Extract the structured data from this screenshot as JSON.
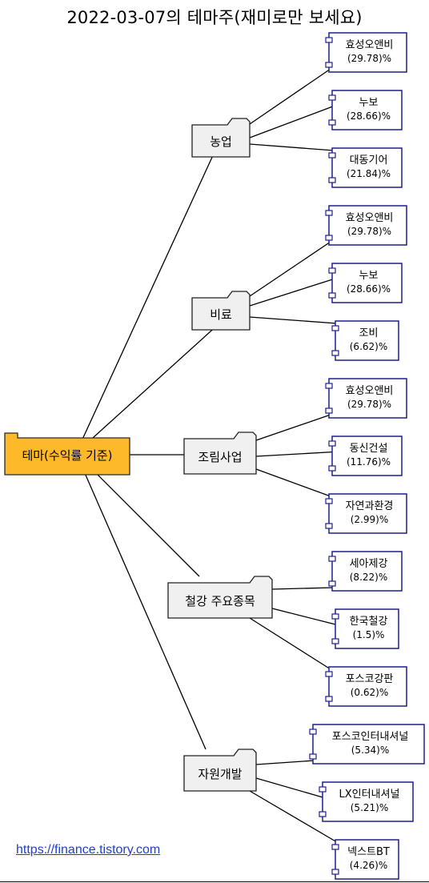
{
  "title": "2022-03-07의 테마주(재미로만 보세요)",
  "footer_link": "https://finance.tistory.com",
  "root": {
    "label": "테마(수익률 기준)"
  },
  "themes": [
    {
      "label": "농업",
      "stocks": [
        {
          "name": "효성오앤비",
          "pct": "(29.78)%"
        },
        {
          "name": "누보",
          "pct": "(28.66)%"
        },
        {
          "name": "대동기어",
          "pct": "(21.84)%"
        }
      ]
    },
    {
      "label": "비료",
      "stocks": [
        {
          "name": "효성오앤비",
          "pct": "(29.78)%"
        },
        {
          "name": "누보",
          "pct": "(28.66)%"
        },
        {
          "name": "조비",
          "pct": "(6.62)%"
        }
      ]
    },
    {
      "label": "조림사업",
      "stocks": [
        {
          "name": "효성오앤비",
          "pct": "(29.78)%"
        },
        {
          "name": "동신건설",
          "pct": "(11.76)%"
        },
        {
          "name": "자연과환경",
          "pct": "(2.99)%"
        }
      ]
    },
    {
      "label": "철강 주요종목",
      "stocks": [
        {
          "name": "세아제강",
          "pct": "(8.22)%"
        },
        {
          "name": "한국철강",
          "pct": "(1.5)%"
        },
        {
          "name": "포스코강판",
          "pct": "(0.62)%"
        }
      ]
    },
    {
      "label": "자원개발",
      "stocks": [
        {
          "name": "포스코인터내셔널",
          "pct": "(5.34)%"
        },
        {
          "name": "LX인터내셔널",
          "pct": "(5.21)%"
        },
        {
          "name": "넥스트BT",
          "pct": "(4.26)%"
        }
      ]
    }
  ],
  "colors": {
    "root_fill": "#fdb92a",
    "theme_fill": "#f0f0f0",
    "stock_border": "#1f1f8f",
    "link": "#1f3fd1"
  }
}
